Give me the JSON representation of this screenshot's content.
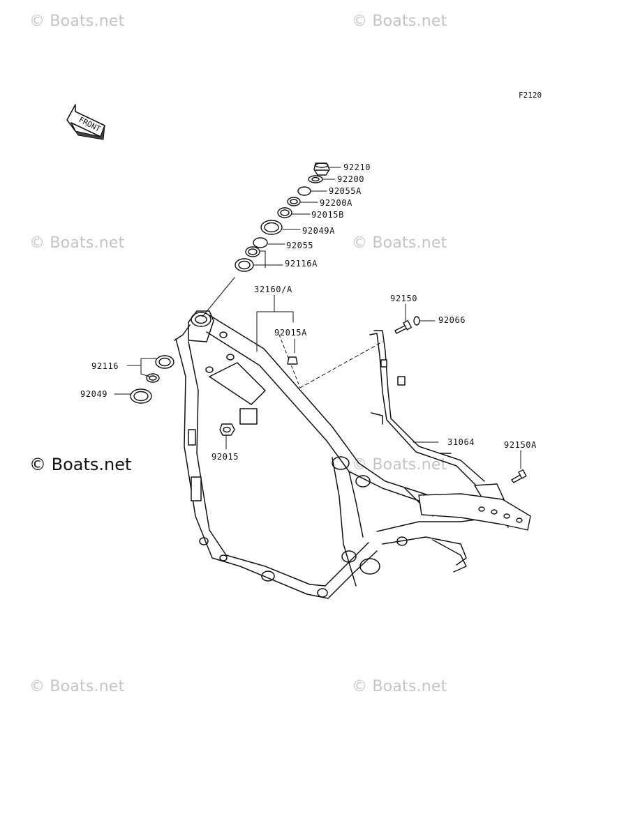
{
  "diagram_code": "F2120",
  "front_arrow_text": "FRONT",
  "watermark": {
    "faded": "© Boats.net",
    "main": "© Boats.net"
  },
  "parts": [
    {
      "id": "92210",
      "label": "92210"
    },
    {
      "id": "92200",
      "label": "92200"
    },
    {
      "id": "92055A",
      "label": "92055A"
    },
    {
      "id": "92200A",
      "label": "92200A"
    },
    {
      "id": "92015B",
      "label": "92015B"
    },
    {
      "id": "92049A",
      "label": "92049A"
    },
    {
      "id": "92055",
      "label": "92055"
    },
    {
      "id": "92116A",
      "label": "92116A"
    },
    {
      "id": "32160/A",
      "label": "32160/A"
    },
    {
      "id": "92015A",
      "label": "92015A"
    },
    {
      "id": "92150",
      "label": "92150"
    },
    {
      "id": "92066",
      "label": "92066"
    },
    {
      "id": "92116",
      "label": "92116"
    },
    {
      "id": "92049",
      "label": "92049"
    },
    {
      "id": "92015",
      "label": "92015"
    },
    {
      "id": "31064",
      "label": "31064"
    },
    {
      "id": "92150A",
      "label": "92150A"
    }
  ]
}
